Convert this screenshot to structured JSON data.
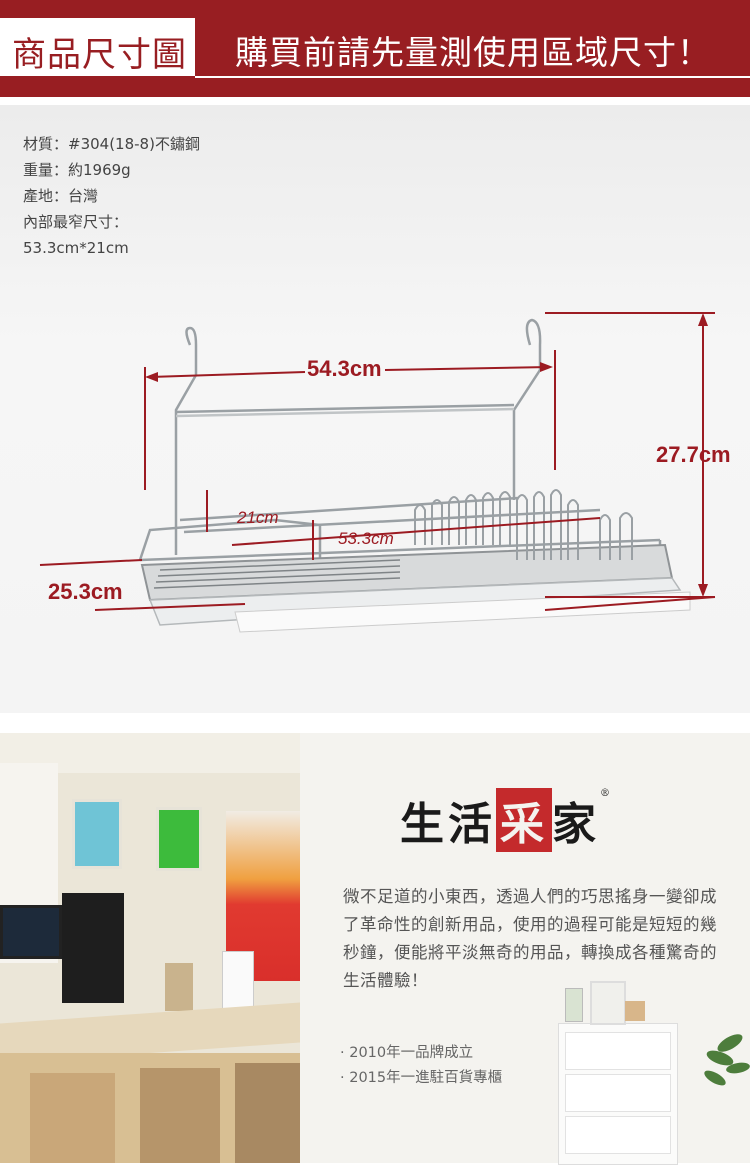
{
  "header": {
    "label": "商品尺寸圖",
    "slogan": "購買前請先量測使用區域尺寸！",
    "colors": {
      "brand_red": "#981e22",
      "text_white": "#ffffff"
    }
  },
  "specs": {
    "material": "材質：#304(18-8)不鏽鋼",
    "weight": "重量：約1969g",
    "origin": "產地：台灣",
    "inner_size_label": "內部最窄尺寸：",
    "inner_size_value": "53.3cm*21cm"
  },
  "dimensions": {
    "width_outer": "54.3cm",
    "height": "27.7cm",
    "depth_outer": "25.3cm",
    "depth_inner": "21cm",
    "width_inner": "53.3cm",
    "color": "#9c1b22"
  },
  "brand": {
    "logo_chars": [
      "生",
      "活",
      "采",
      "家"
    ],
    "registered": "®",
    "intro": "微不足道的小東西，透過人們的巧思搖身一變卻成了革命性的創新用品，使用的過程可能是短短的幾秒鐘，便能將平淡無奇的用品，轉換成各種驚奇的生活體驗！",
    "milestones": [
      "· 2010年一品牌成立",
      "· 2015年一進駐百貨專櫃"
    ]
  }
}
